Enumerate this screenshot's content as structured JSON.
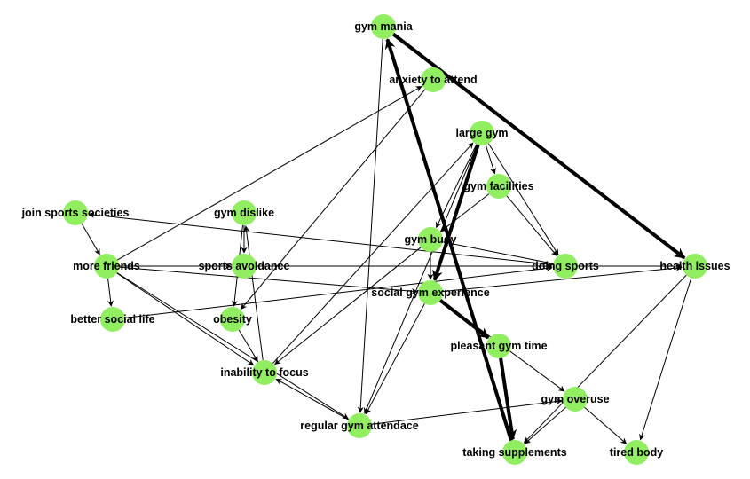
{
  "diagram": {
    "node_color": "#90ee60",
    "nodes": [
      {
        "id": "gym_mania",
        "label": "gym mania"
      },
      {
        "id": "anxiety",
        "label": "anxiety to attend"
      },
      {
        "id": "large_gym",
        "label": "large gym"
      },
      {
        "id": "gym_facilities",
        "label": "gym facilities"
      },
      {
        "id": "join_sports",
        "label": "join sports societies"
      },
      {
        "id": "gym_dislike",
        "label": "gym dislike"
      },
      {
        "id": "gym_buddy",
        "label": "gym budy"
      },
      {
        "id": "more_friends",
        "label": "more friends"
      },
      {
        "id": "sports_avoidance",
        "label": "sports avoidance"
      },
      {
        "id": "doing_sports",
        "label": "doing sports"
      },
      {
        "id": "health_issues",
        "label": "health issues"
      },
      {
        "id": "social_gym",
        "label": "social gym experience"
      },
      {
        "id": "better_social",
        "label": "better social life"
      },
      {
        "id": "obesity",
        "label": "obesity"
      },
      {
        "id": "pleasant_gym",
        "label": "pleasant gym time"
      },
      {
        "id": "inability",
        "label": "inability to focus"
      },
      {
        "id": "gym_overuse",
        "label": "gym overuse"
      },
      {
        "id": "regular_gym",
        "label": "regular gym attendace"
      },
      {
        "id": "taking_supp",
        "label": "taking supplements"
      },
      {
        "id": "tired_body",
        "label": "tired body"
      }
    ],
    "edges": [
      {
        "from": "gym_mania",
        "to": "health_issues",
        "bold": true
      },
      {
        "from": "health_issues",
        "to": "tired_body",
        "bold": false
      },
      {
        "from": "health_issues",
        "to": "taking_supp",
        "bold": false
      },
      {
        "from": "taking_supp",
        "to": "gym_mania",
        "bold": true
      },
      {
        "from": "large_gym",
        "to": "social_gym",
        "bold": true
      },
      {
        "from": "social_gym",
        "to": "pleasant_gym",
        "bold": true
      },
      {
        "from": "pleasant_gym",
        "to": "taking_supp",
        "bold": true
      },
      {
        "from": "large_gym",
        "to": "gym_facilities",
        "bold": false
      },
      {
        "from": "large_gym",
        "to": "gym_buddy",
        "bold": false
      },
      {
        "from": "large_gym",
        "to": "doing_sports",
        "bold": false
      },
      {
        "from": "large_gym",
        "to": "regular_gym",
        "bold": false
      },
      {
        "from": "gym_facilities",
        "to": "gym_buddy",
        "bold": false
      },
      {
        "from": "gym_facilities",
        "to": "doing_sports",
        "bold": false
      },
      {
        "from": "gym_mania",
        "to": "regular_gym",
        "bold": false
      },
      {
        "from": "gym_buddy",
        "to": "social_gym",
        "bold": false
      },
      {
        "from": "gym_buddy",
        "to": "inability",
        "bold": false
      },
      {
        "from": "gym_dislike",
        "to": "sports_avoidance",
        "bold": false
      },
      {
        "from": "gym_dislike",
        "to": "obesity",
        "bold": false
      },
      {
        "from": "join_sports",
        "to": "more_friends",
        "bold": false
      },
      {
        "from": "more_friends",
        "to": "better_social",
        "bold": false
      },
      {
        "from": "more_friends",
        "to": "sports_avoidance",
        "bold": false
      },
      {
        "from": "more_friends",
        "to": "inability",
        "bold": false
      },
      {
        "from": "more_friends",
        "to": "regular_gym",
        "bold": false
      },
      {
        "from": "more_friends",
        "to": "doing_sports",
        "bold": false
      },
      {
        "from": "more_friends",
        "to": "social_gym",
        "bold": false
      },
      {
        "from": "doing_sports",
        "to": "join_sports",
        "bold": false
      },
      {
        "from": "doing_sports",
        "to": "health_issues",
        "bold": false
      },
      {
        "from": "better_social",
        "to": "doing_sports",
        "bold": false
      },
      {
        "from": "anxiety",
        "to": "obesity",
        "bold": false
      },
      {
        "from": "obesity",
        "to": "inability",
        "bold": false
      },
      {
        "from": "social_gym",
        "to": "gym_overuse",
        "bold": false
      },
      {
        "from": "social_gym",
        "to": "health_issues",
        "bold": false
      },
      {
        "from": "social_gym",
        "to": "regular_gym",
        "bold": false
      },
      {
        "from": "gym_overuse",
        "to": "taking_supp",
        "bold": false
      },
      {
        "from": "gym_overuse",
        "to": "tired_body",
        "bold": false
      },
      {
        "from": "regular_gym",
        "to": "gym_overuse",
        "bold": false
      },
      {
        "from": "regular_gym",
        "to": "inability",
        "bold": false
      },
      {
        "from": "more_friends",
        "to": "anxiety",
        "bold": false
      },
      {
        "from": "inability",
        "to": "gym_dislike",
        "bold": false
      },
      {
        "from": "inability",
        "to": "large_gym",
        "bold": false
      },
      {
        "from": "doing_sports",
        "to": "gym_buddy",
        "bold": false
      }
    ]
  }
}
